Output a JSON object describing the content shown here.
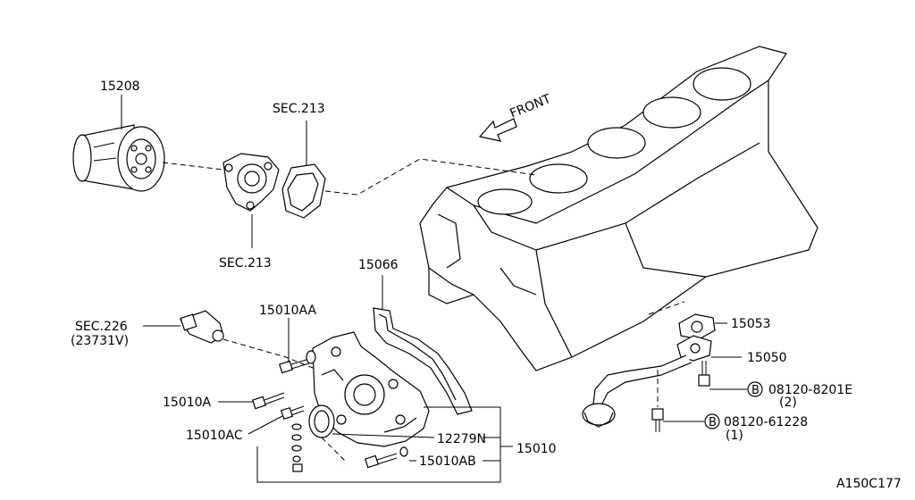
{
  "labels": {
    "oil_filter": "15208",
    "sec213_top": "SEC.213",
    "sec213_bottom": "SEC.213",
    "front": "FRONT",
    "gasket_15066": "15066",
    "sec226": "SEC.226",
    "sec226_sub": "(23731V)",
    "bolt_15010AA": "15010AA",
    "bolt_15010A": "15010A",
    "bolt_15010AC": "15010AC",
    "seal_12279N": "12279N",
    "pump_15010": "15010",
    "bolt_15010AB": "15010AB",
    "gasket_15053": "15053",
    "strainer_15050": "15050",
    "bolt_b1_num": "08120-8201E",
    "bolt_b1_qty": "(2)",
    "bolt_b2_num": "08120-61228",
    "bolt_b2_qty": "(1)",
    "b_marker_1": "B",
    "b_marker_2": "B",
    "drawing_code": "A150C177"
  }
}
